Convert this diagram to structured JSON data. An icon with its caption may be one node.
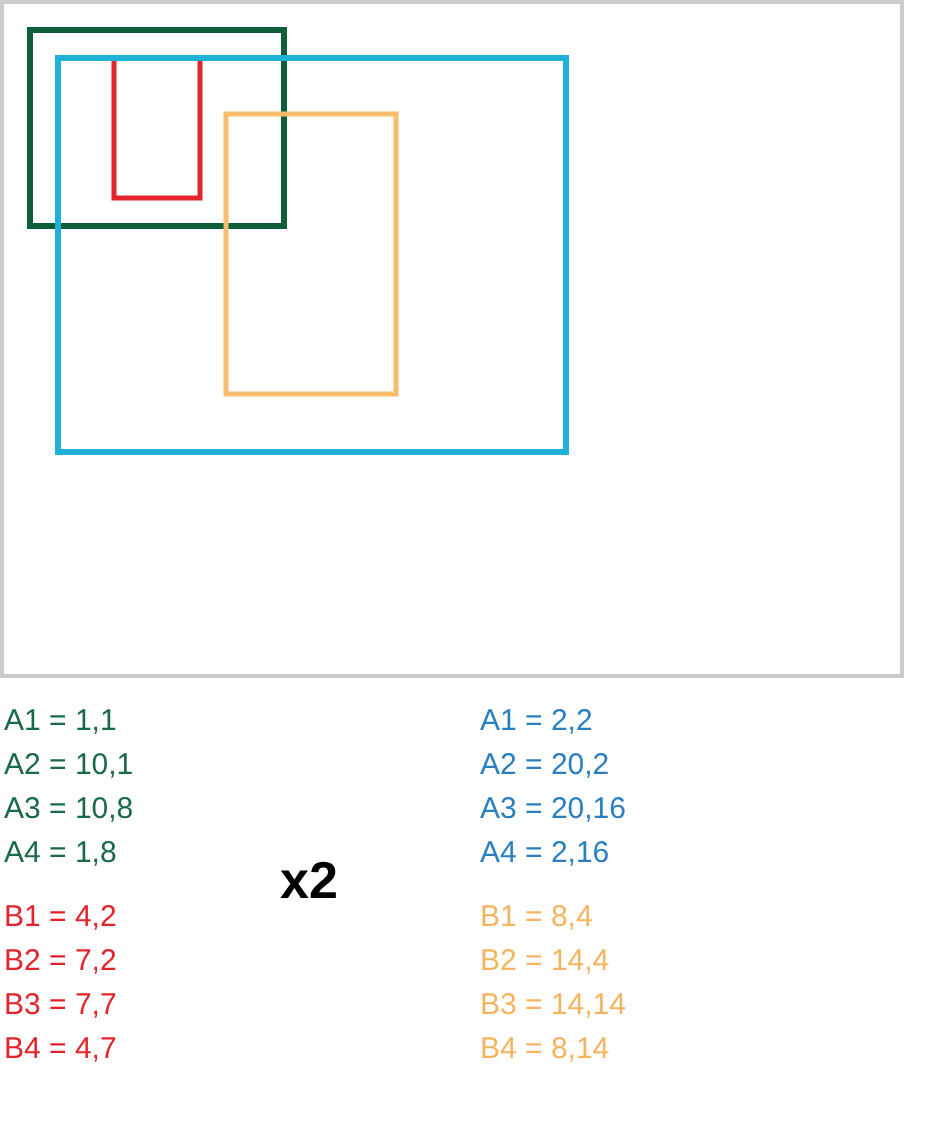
{
  "diagram": {
    "labels": [
      "A1 = 1,1",
      "A2 = 10,1",
      "A3 = 10,8",
      "A4 = 1,8",
      "B1 = 4,2",
      "B2 = 7,2",
      "B3 = 7,7",
      "B4 = 4,7",
      "x2",
      "A1 = 2,2",
      "A2 = 20,2",
      "A3 = 20,16",
      "A4 = 2,16",
      "B1 = 8,4",
      "B2 = 14,4",
      "B3 = 14,14",
      "B4 = 8,14"
    ]
  }
}
